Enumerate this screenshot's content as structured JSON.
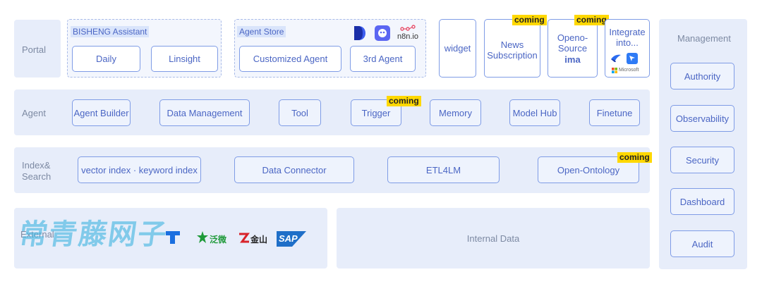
{
  "layers": {
    "portal": "Portal",
    "agent": "Agent",
    "index_search": "Index&\nSearch",
    "external": "External",
    "internal": "Internal Data"
  },
  "portal": {
    "bisheng_title": "BISHENG Assistant",
    "daily": "Daily",
    "linsight": "Linsight",
    "agent_store_title": "Agent Store",
    "n8n": "n8n.io",
    "customized_agent": "Customized Agent",
    "third_agent": "3rd Agent",
    "widget": "widget",
    "news_sub": "News\nSubscription",
    "open_source": "Openo-\nSource",
    "ima": "ima",
    "integrate": "Integrate\ninto...",
    "microsoft": "Microsoft"
  },
  "agent": {
    "builder": "Agent Builder",
    "data_mgmt": "Data Management",
    "tool": "Tool",
    "trigger": "Trigger",
    "memory": "Memory",
    "model_hub": "Model Hub",
    "finetune": "Finetune"
  },
  "index": {
    "vector_keyword": "vector index · keyword index",
    "data_connector": "Data Connector",
    "etl": "ETL4LM",
    "ontology": "Open-Ontology"
  },
  "coming": "coming",
  "management": {
    "title": "Management",
    "items": [
      "Authority",
      "Observability",
      "Security",
      "Dashboard",
      "Audit"
    ]
  },
  "external": {
    "fanwei": "泛微",
    "kingsoft": "金山",
    "sap": "SAP",
    "watermark": "常青藤网子"
  }
}
